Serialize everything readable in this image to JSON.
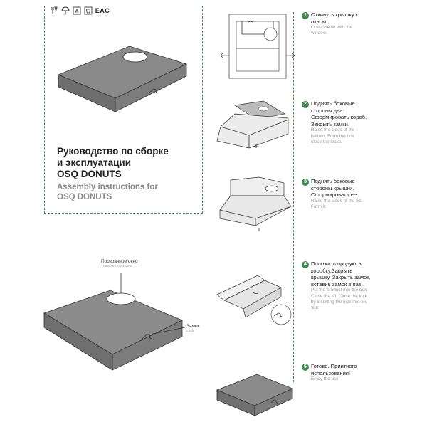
{
  "panel": {
    "title_ru_lines": [
      "Руководство по сборке",
      "и эксплуатации",
      "OSQ DONUTS"
    ],
    "title_en_lines": [
      "Assembly instructions for",
      "OSQ DONUTS"
    ],
    "symbols": [
      "fork-glass-icon",
      "umbrella-icon",
      "recycle-icon",
      "trash-bin-icon",
      "eac-mark"
    ],
    "eac_text": "EAC"
  },
  "callouts": {
    "window_ru": "Прозрачное окно",
    "window_en": "Transparent window",
    "lock_ru": "Замок",
    "lock_en": "Lock"
  },
  "steps": [
    {
      "num": "1",
      "ru": "Откинуть крышку с\nокном.",
      "en": "Open the lid with the\nwindow."
    },
    {
      "num": "2",
      "ru": "Поднять боковые\nстороны дна.\nСформировать короб.\nЗакрыть замки.",
      "en": "Raise the sides of the\nbottom. Form the box.\nclose the locks."
    },
    {
      "num": "3",
      "ru": "Поднять боковые\nстороны крышки.\nСформировать ее.",
      "en": "Raise the sides of the lid.\nForm it."
    },
    {
      "num": "4",
      "ru": "Положить продукт в\nкоробку.Закрыть\nкрышку. Закрыть замок,\nвставив замок в паз.",
      "en": "Put the product into the box.\nClose the lid. Close the lock\nby inserting the lock into the\nslot."
    },
    {
      "num": "5",
      "ru": "Готово. Приятного\nиспользования!",
      "en": "Enjoy the use!"
    }
  ],
  "colors": {
    "accent_green": "#3f8a4f",
    "box_face": "#909090",
    "box_light": "#d8d8d8"
  }
}
